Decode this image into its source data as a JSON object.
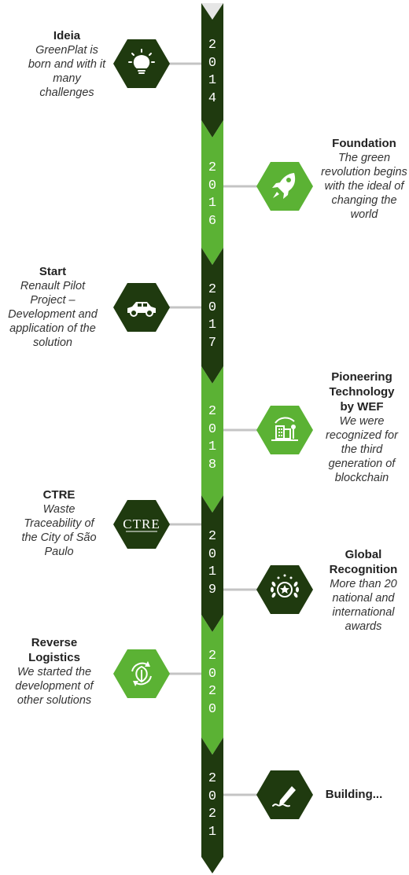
{
  "milestones": [
    {
      "year": "2014",
      "title": "Ideia",
      "description": "GreenPlat is born and with it many challenges",
      "icon": "lightbulb-icon"
    },
    {
      "year": "2016",
      "title": "Foundation",
      "description": "The green revolution begins with the ideal of changing the world",
      "icon": "rocket-icon"
    },
    {
      "year": "2017",
      "title": "Start",
      "description": "Renault Pilot Project – Development and application of the solution",
      "icon": "car-icon"
    },
    {
      "year": "2018",
      "title": "Pioneering Technology by WEF",
      "description": "We were recognized for the third generation of blockchain",
      "icon": "smart-city-icon"
    },
    {
      "year": "2019",
      "title": "CTRE",
      "description": "Waste Traceability of the City of São Paulo",
      "icon": "ctre-logo-icon",
      "logo_text": "CTRE"
    },
    {
      "year": "2019",
      "title": "Global Recognition",
      "description": "More than 20 national and international awards",
      "icon": "award-laurel-icon"
    },
    {
      "year": "2020",
      "title": "Reverse Logistics",
      "description": "We started the development of other solutions",
      "icon": "recycle-leaf-icon"
    },
    {
      "year": "2021",
      "title": "Building...",
      "description": "",
      "icon": "pen-signature-icon"
    }
  ],
  "years": {
    "y2014": [
      "2",
      "0",
      "1",
      "4"
    ],
    "y2016": [
      "2",
      "0",
      "1",
      "6"
    ],
    "y2017": [
      "2",
      "0",
      "1",
      "7"
    ],
    "y2018": [
      "2",
      "0",
      "1",
      "8"
    ],
    "y2019": [
      "2",
      "0",
      "1",
      "9"
    ],
    "y2020": [
      "2",
      "0",
      "2",
      "0"
    ],
    "y2021": [
      "2",
      "0",
      "2",
      "1"
    ]
  },
  "colors": {
    "dark_green": "#1f3a0f",
    "light_green": "#5bb234",
    "connector": "#c4c4c4",
    "top_cap": "#e6e6e6"
  }
}
